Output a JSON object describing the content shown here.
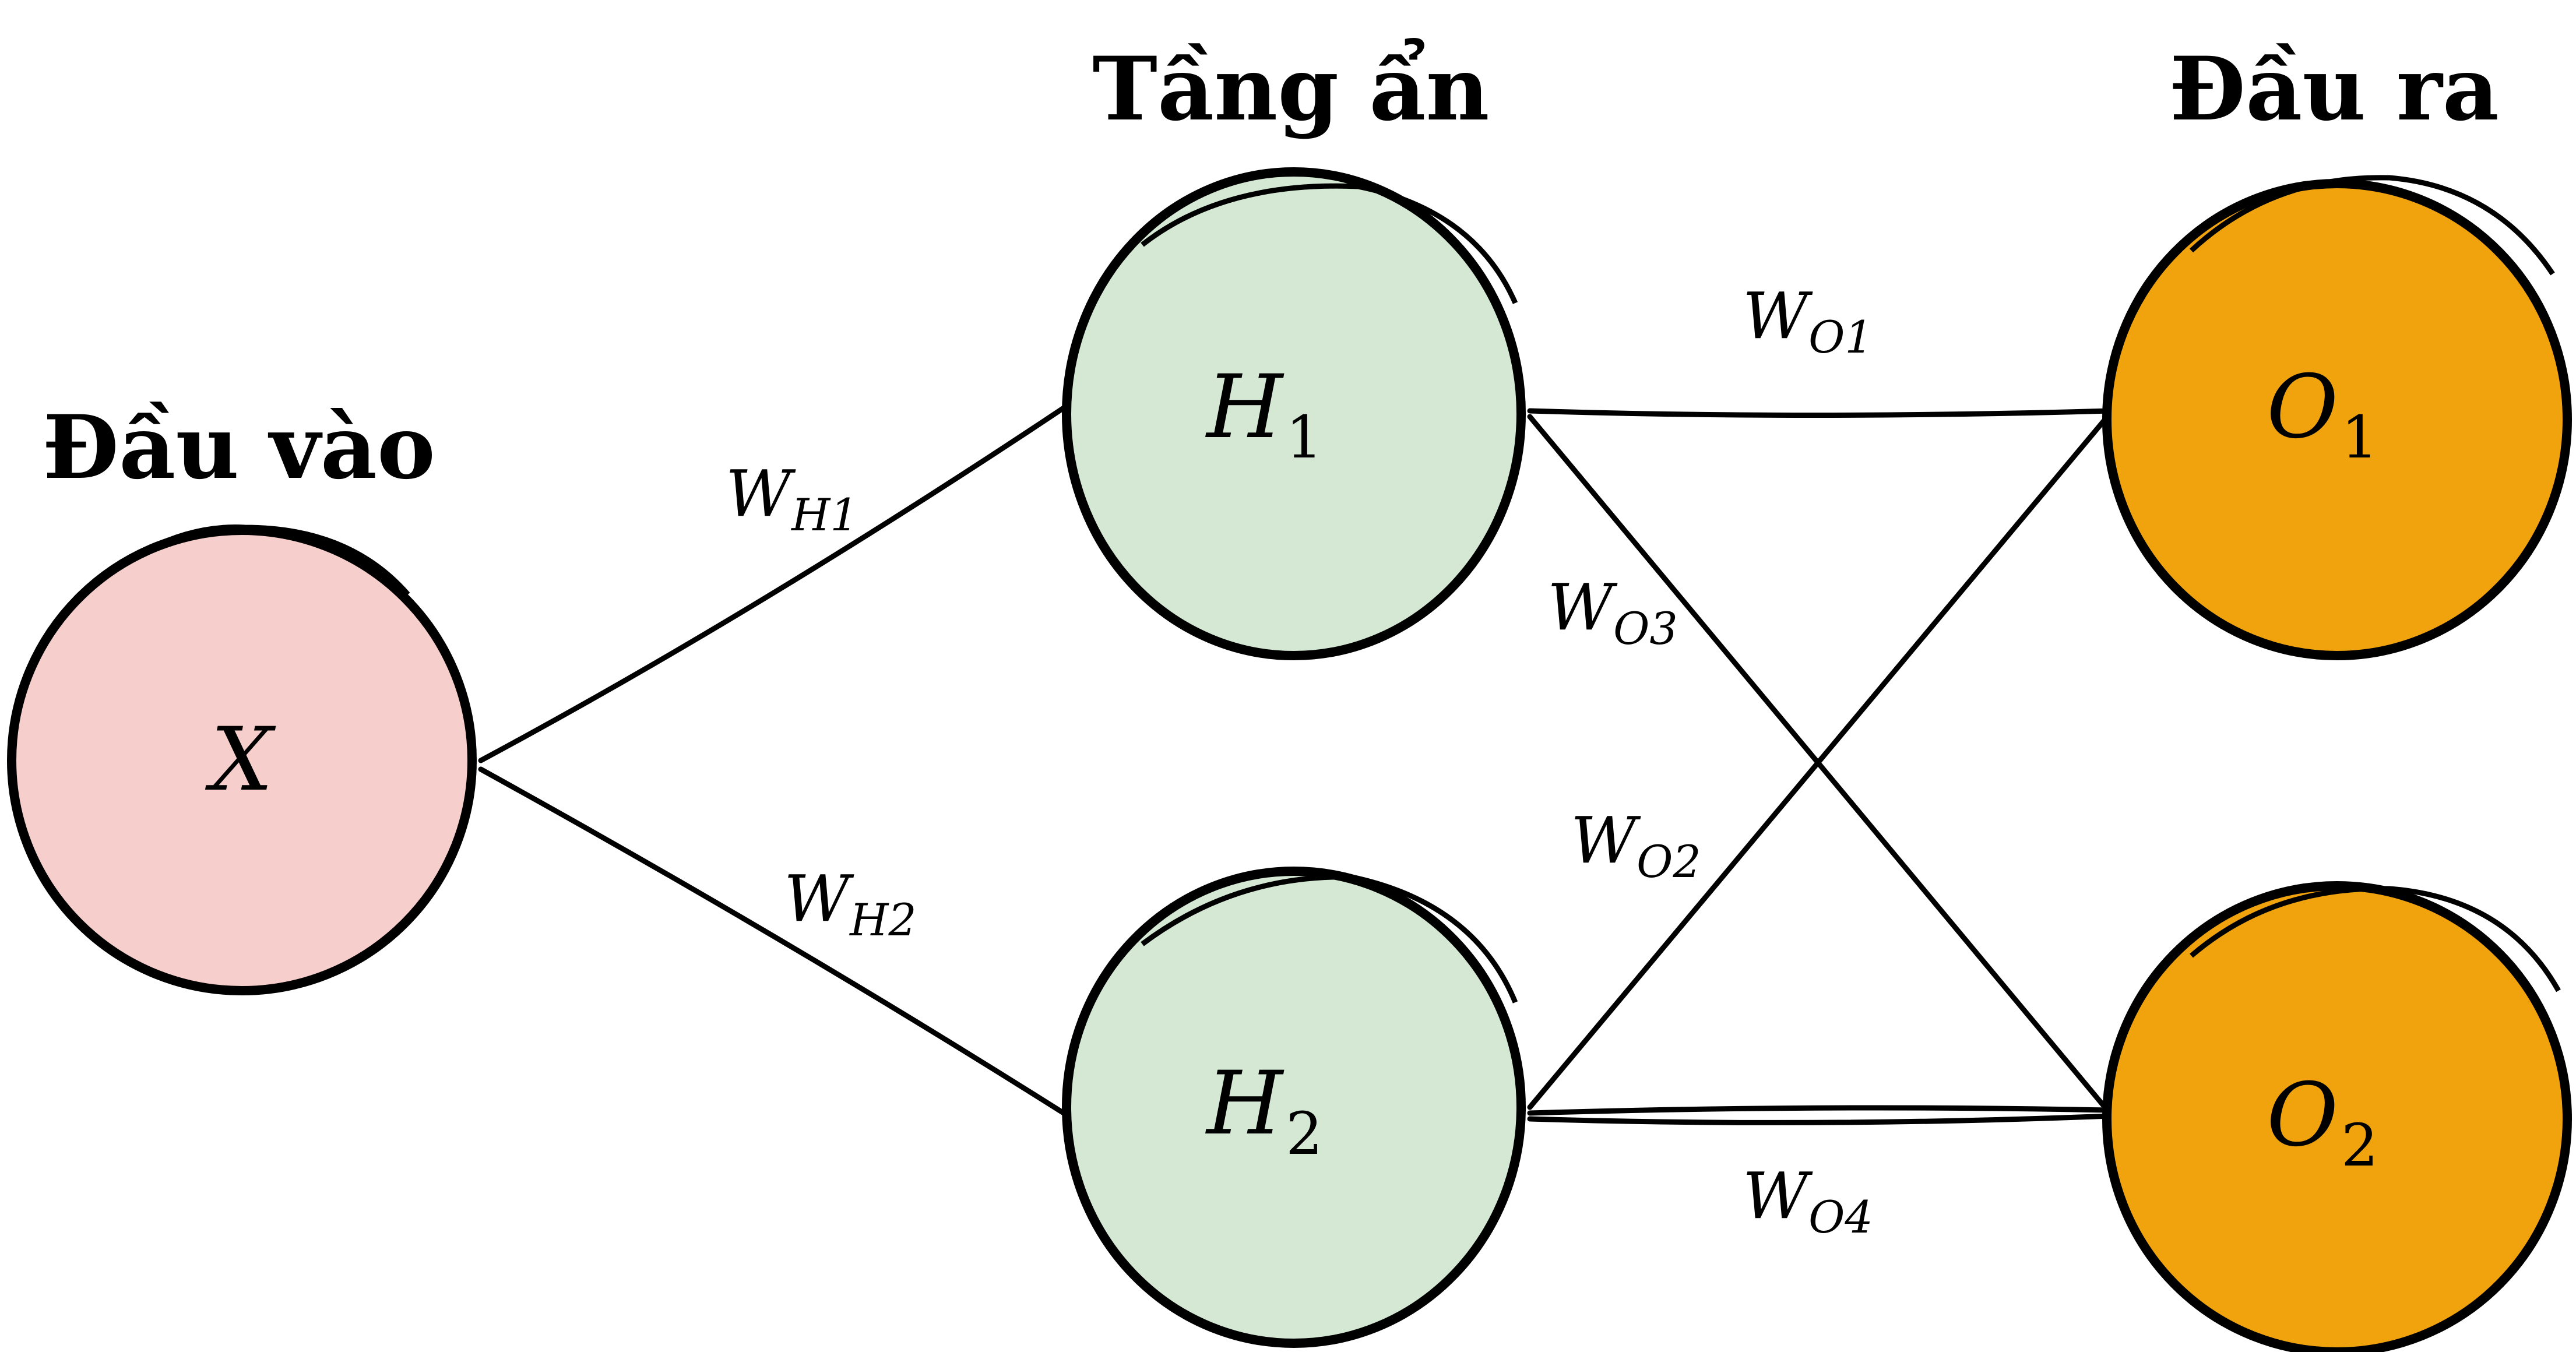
{
  "headings": {
    "input": "Đầu vào",
    "hidden": "Tầng ẩn",
    "output": "Đầu ra"
  },
  "nodes": {
    "x": {
      "var": "X",
      "sub": "",
      "fill": "#f6cfcc"
    },
    "h1": {
      "var": "H",
      "sub": "1",
      "fill": "#d4e8d4"
    },
    "h2": {
      "var": "H",
      "sub": "2",
      "fill": "#d4e8d4"
    },
    "o1": {
      "var": "O",
      "sub": "1",
      "fill": "#f0a30c"
    },
    "o2": {
      "var": "O",
      "sub": "2",
      "fill": "#f0a30c"
    }
  },
  "weights": {
    "wh1": {
      "var": "W",
      "sub": "H1"
    },
    "wh2": {
      "var": "W",
      "sub": "H2"
    },
    "wo1": {
      "var": "W",
      "sub": "O1"
    },
    "wo2": {
      "var": "W",
      "sub": "O2"
    },
    "wo3": {
      "var": "W",
      "sub": "O3"
    },
    "wo4": {
      "var": "W",
      "sub": "O4"
    }
  }
}
